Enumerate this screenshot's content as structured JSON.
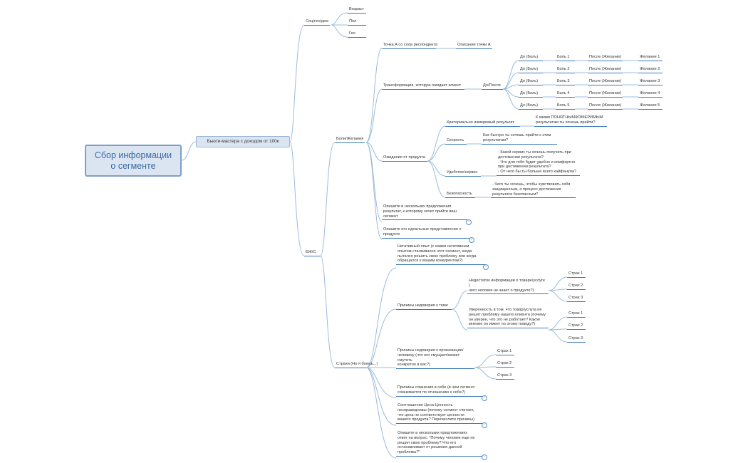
{
  "root": "Сбор информации\nо сегменте",
  "segment": "Бьюти-мастера с доходом от 100к",
  "branches": {
    "socgeodem": "Соц/гео/дем",
    "age": "Возраст",
    "sex": "Пол",
    "geo": "Гео",
    "bzs": "БЖ/С",
    "pains_desires": "Боли/Желания",
    "point_a": "Точка А со слов респондента",
    "point_a_desc": "Описание точки А",
    "transformation": "Трансформация, которую ожидает клиент",
    "before_after": "До/После",
    "before_pain": "До (Боль)",
    "pains": [
      "Боль 1",
      "Боль 2",
      "Боль 3",
      "Боль 4",
      "Боль 5"
    ],
    "after_desire": "После (Желание)",
    "desires": [
      "Желание 1",
      "Желание 2",
      "Желание 3",
      "Желание 4",
      "Желание 5"
    ],
    "expectations": "Ожидания от продукта",
    "criterion": "Критериально измеримый результат",
    "criterion_q": "К каким ПОНЯТНЫМ/ИЗМЕРИМЫМ\nрезультатам ты хочешь прийти?",
    "speed": "Скорость",
    "speed_q": "Как быстро ты хочешь прийти к этим\nрезультатам?",
    "convenience": "Удобство/сервис",
    "convenience_q": "- Какой сервис ты хочешь получить при\nдостижении результата?\n- Что для тебя будет удобно и комфортно\nпри достижении результата?\n- От чего бы ты больше всего кайфанула?",
    "safety": "Безопасность",
    "safety_q": "- Чего ты хочешь, чтобы чувствовать себя\nзащищенным, а процесс достижения\nрезультата безопасным?",
    "describe_result": "Опишите в нескольких предложения\nрезультат, к которому хочет прийти ваш\nсегмент",
    "ideal_product": "Опишите его идеальные представления о\nпродукте",
    "fears": "Страхи (Но я боюсь...)",
    "negative_exp": "Негативный опыт (с каким негативным\nопытом сталкивался этот сегмент, когда\nпытался решить свою проблему или когда\nобращался к вашим конкурентам?)",
    "distrust_topic": "Причины недоверия к теме",
    "lack_info": "Недостаток информации о товаре/услуге (\nчего человек не знает о продукте?)",
    "not_sure": "Уверенность в том, что товар/услуга не\nрешит проблему нашего клиента (почему\nон уверен, что это не работает? Какое\nмнение он имеет по этому поводу?)",
    "fear_labels": [
      "Страх 1",
      "Страх 2",
      "Страх 3"
    ],
    "distrust_org": "Причины недоверия к организации/\nчеловеку (что его смущает/может смутить\nконкретно в вас?)",
    "self_doubt": "Причины сомнения в себе (в чем сегмент\nсомневается по отношению к себе?)",
    "price_value": "Соотношение Цена-Ценность\nнесправедливы (почему сегмент считает,\nчто цена не соответствует ценности\nвашего продукта? Перечислите причины)",
    "why_not_solved": "Опишите в нескольких предложениях\nответ на вопрос: \"Почему человек еще не\nрешил свою проблему? Что его\nостанавливает от решения данной\nпроблемы?\""
  },
  "info_glyph": "i",
  "colors": {
    "line": "#9cbcdb",
    "underline": "#3b7ab8",
    "root_fill": "#dbe5f1",
    "root_text": "#3b6aa8"
  }
}
